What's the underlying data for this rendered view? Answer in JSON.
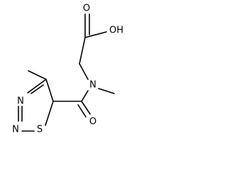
{
  "molecule": {
    "atoms": {
      "oh": "OH",
      "o_acid": "O",
      "n_amide": "N",
      "o_amide": "O",
      "s_ring": "S",
      "n_ring_a": "N",
      "n_ring_b": "N"
    }
  }
}
